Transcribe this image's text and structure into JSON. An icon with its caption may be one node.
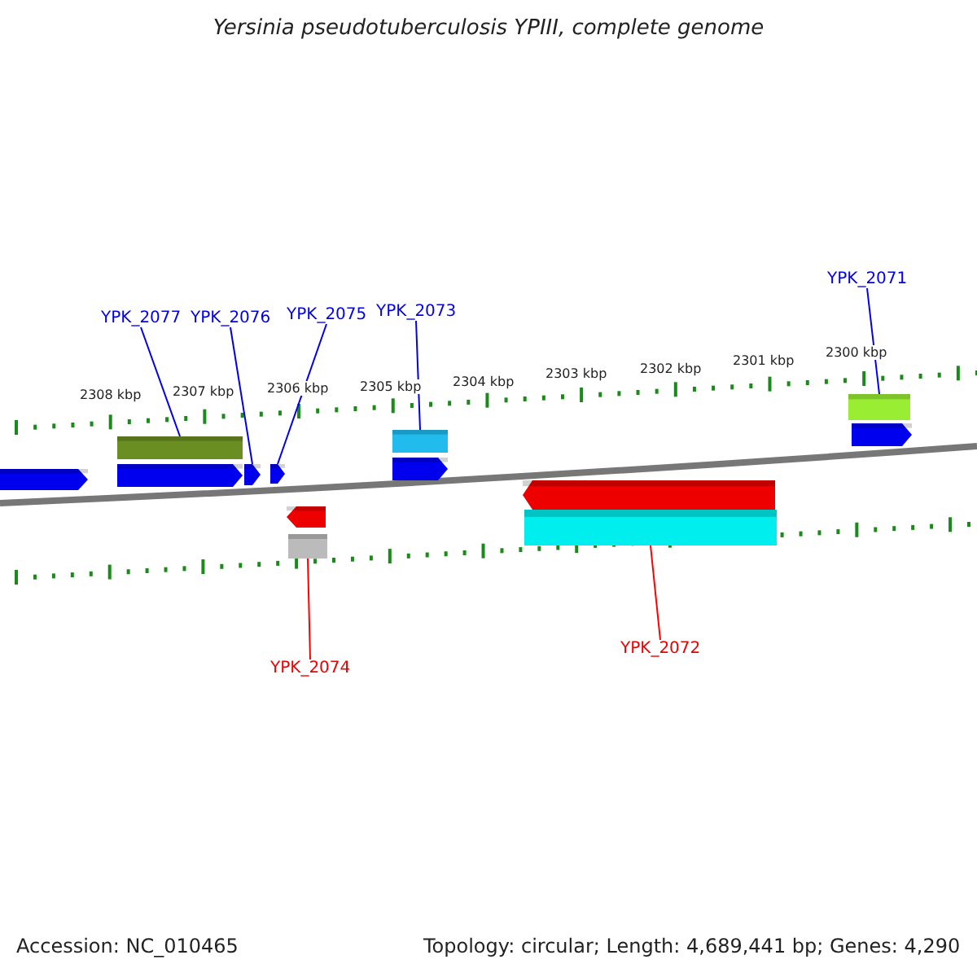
{
  "diagram": {
    "title": "Yersinia pseudotuberculosis YPIII, complete genome",
    "nodes": [
      {
        "text": [
          "YPK_2077"
        ]
      },
      {
        "text": [
          "YPK_2076"
        ]
      },
      {
        "text": [
          "YPK_2075"
        ]
      },
      {
        "text": [
          "YPK_2073"
        ]
      },
      {
        "text": [
          "YPK_2071"
        ]
      },
      {
        "text": [
          "YPK_2074"
        ]
      },
      {
        "text": [
          "YPK_2072"
        ]
      },
      {
        "text": [],
        "shape": "pentagon"
      },
      {
        "text": [],
        "shape": "bar"
      },
      {
        "text": [],
        "shape": "pentagon"
      },
      {
        "text": [],
        "shape": "pentagon"
      },
      {
        "text": [],
        "shape": "pentagon"
      },
      {
        "text": [],
        "shape": "bar"
      },
      {
        "text": [],
        "shape": "pentagon"
      },
      {
        "text": [],
        "shape": "bar"
      },
      {
        "text": [],
        "shape": "pentagon"
      },
      {
        "text": [],
        "shape": "pentagon"
      },
      {
        "text": [],
        "shape": "bar"
      },
      {
        "text": [],
        "shape": "pentagon"
      },
      {
        "text": [],
        "shape": "bar"
      }
    ],
    "edges": [
      {
        "from": 0,
        "to": 8,
        "arrow": "none"
      },
      {
        "from": 1,
        "to": 10,
        "arrow": "none"
      },
      {
        "from": 2,
        "to": 11,
        "arrow": "none"
      },
      {
        "from": 3,
        "to": 12,
        "arrow": "none"
      },
      {
        "from": 4,
        "to": 14,
        "arrow": "none"
      },
      {
        "from": 5,
        "to": 17,
        "arrow": "none",
        "color": "#ff0000"
      },
      {
        "from": 6,
        "to": 19,
        "arrow": "none",
        "color": "#ff0000"
      }
    ],
    "labels": [
      "2308 kbp",
      "2307 kbp",
      "2306 kbp",
      "2305 kbp",
      "2304 kbp",
      "2303 kbp",
      "2302 kbp",
      "2301 kbp",
      "2300 kbp",
      "Accession: NC_010465",
      "Topology: circular; Length: 4,689,441 bp; Genes: 4,290"
    ]
  }
}
